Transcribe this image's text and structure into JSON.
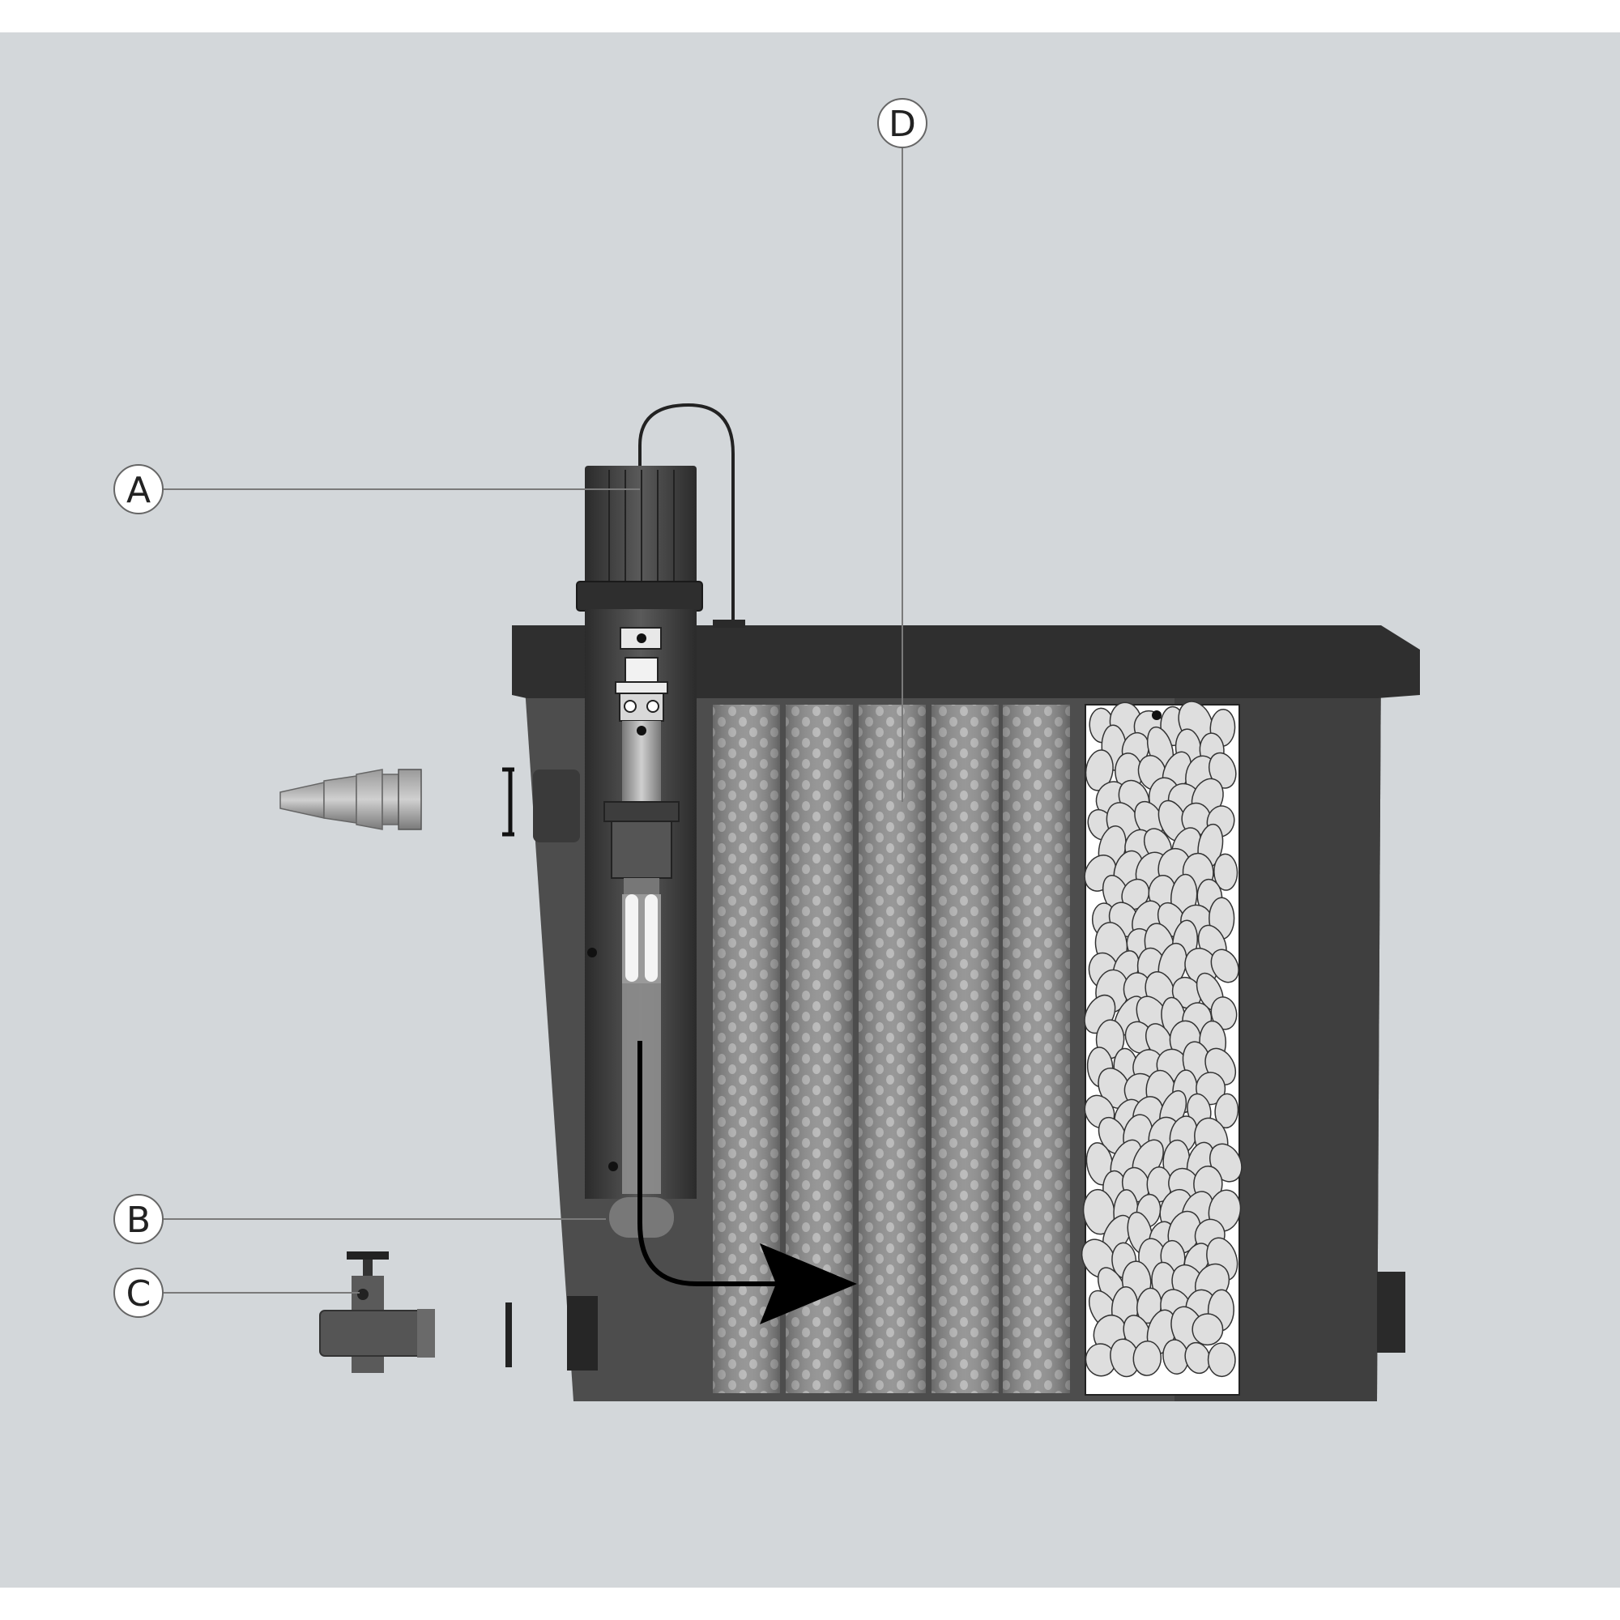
{
  "callouts": {
    "a": {
      "label": "A"
    },
    "b": {
      "label": "B"
    },
    "c": {
      "label": "C"
    },
    "d": {
      "label": "D"
    }
  },
  "colors": {
    "background": "#d3d7da",
    "tank_body": "#4a4a4a",
    "tank_rim": "#2f2f2f",
    "sponge": "#8a8a8a",
    "sponge_hole": "#b0b0b0",
    "bio_media_panel": "#ffffff",
    "bio_media_stone": "#d9d9d9",
    "uv_housing": "#3c3c3c",
    "callout_circle": "#ffffff",
    "leader_line": "#7a7a7a",
    "flow_arrow": "#000000"
  },
  "icons": {
    "hose-tail": "hose-tail-connector-icon",
    "valve": "drain-valve-icon",
    "flow": "water-flow-arrow-icon",
    "uv-lamp": "uv-clarifier-icon"
  }
}
